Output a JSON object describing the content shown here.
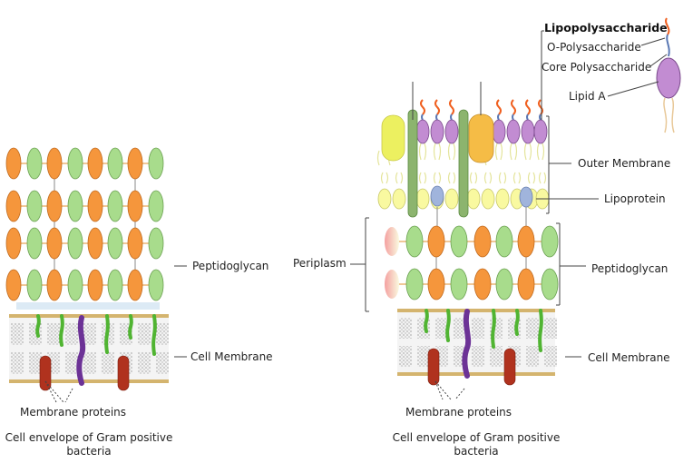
{
  "left_panel": {
    "labels": {
      "peptidoglycan": "Peptidoglycan",
      "cell_membrane": "Cell Membrane",
      "membrane_proteins": "Membrane proteins"
    },
    "caption": [
      "Cell envelope of Gram positive",
      "bacteria"
    ]
  },
  "right_panel": {
    "labels": {
      "lipopolysaccharide": "Lipopolysaccharide",
      "o_polysaccharide": "O-Polysaccharide",
      "core_polysaccharide": "Core Polysaccharide",
      "lipid_a": "Lipid A",
      "outer_membrane": "Outer Membrane",
      "lipoprotein": "Lipoprotein",
      "periplasm": "Periplasm",
      "peptidoglycan": "Peptidoglycan",
      "cell_membrane": "Cell Membrane",
      "membrane_proteins": "Membrane proteins"
    },
    "caption": [
      "Cell envelope of Gram positive",
      "bacteria"
    ]
  },
  "colors": {
    "nam_orange": "#f5963c",
    "nag_green": "#a8dc8c",
    "lipid_head": "#f9f9a0",
    "lps_purple": "#c28cd2",
    "o_chain": "#f06020",
    "core_blue": "#5a78b4",
    "lipoprotein_blue": "#a0b4dc",
    "porin_green": "#8cb46e",
    "membrane_gold": "#d4b46e",
    "membrane_protein_red": "#b0321e",
    "membrane_protein_purple": "#6c3296",
    "membrane_protein_green": "#50b432"
  }
}
